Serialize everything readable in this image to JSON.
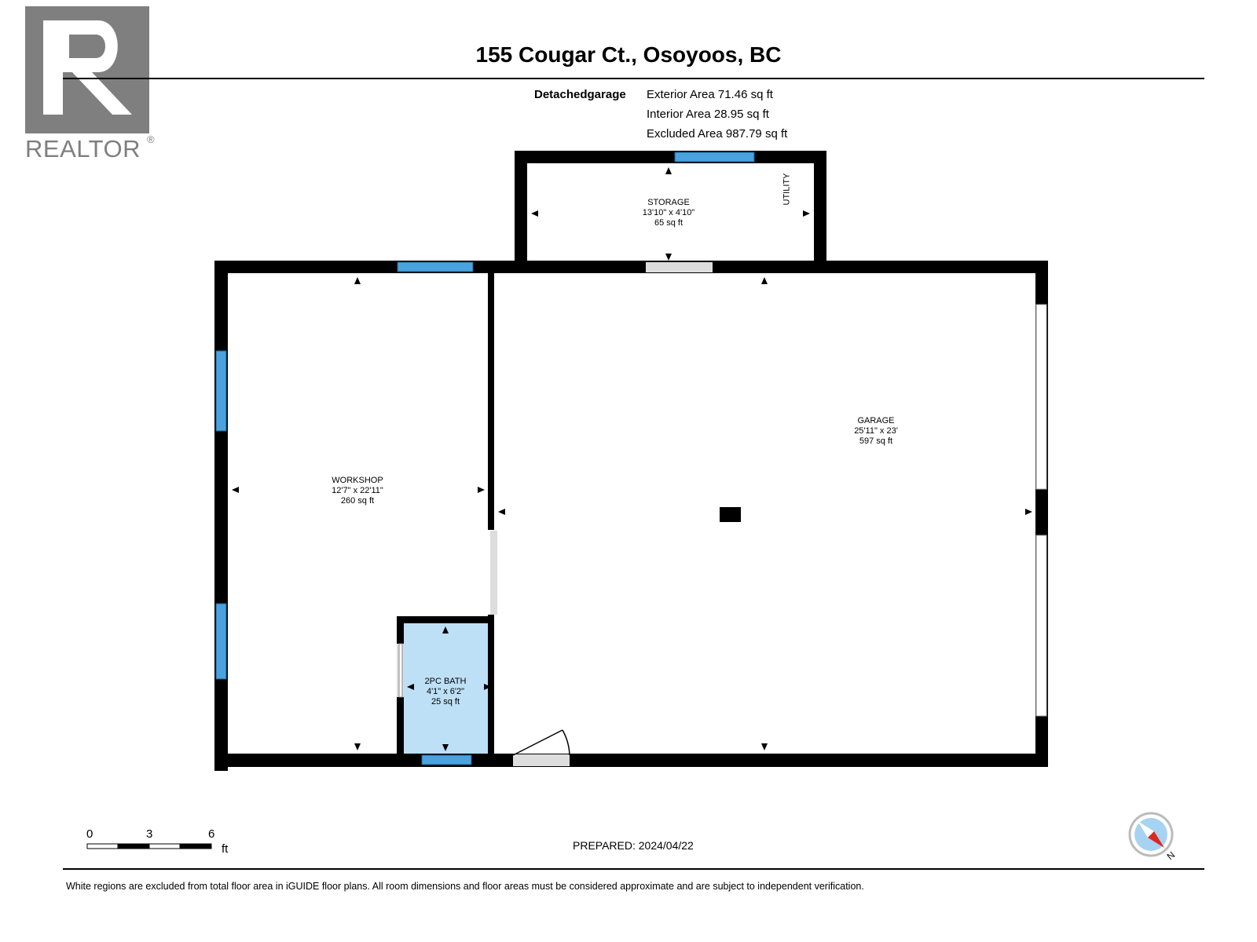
{
  "logo": {
    "text": "REALTOR",
    "reg_mark": "®"
  },
  "header": {
    "title": "155 Cougar Ct., Osoyoos, BC"
  },
  "areas": {
    "label": "Detachedgarage",
    "exterior": "Exterior Area 71.46 sq ft",
    "interior": "Interior Area 28.95 sq ft",
    "excluded": "Excluded Area 987.79 sq ft"
  },
  "rooms": {
    "storage": {
      "name": "STORAGE",
      "dims": "13'10\" x 4'10\"",
      "area": "65 sq ft"
    },
    "utility": {
      "name": "UTILITY"
    },
    "workshop": {
      "name": "WORKSHOP",
      "dims": "12'7\" x 22'11\"",
      "area": "260 sq ft"
    },
    "garage": {
      "name": "GARAGE",
      "dims": "25'11\" x 23'",
      "area": "597 sq ft"
    },
    "bath": {
      "name": "2PC BATH",
      "dims": "4'1\" x 6'2\"",
      "area": "25 sq ft"
    }
  },
  "scale": {
    "ticks": [
      "0",
      "3",
      "6"
    ],
    "unit": "ft"
  },
  "compass": {
    "label": "N"
  },
  "footer": {
    "prepared": "PREPARED: 2024/04/22",
    "disclaimer": "White regions are excluded from total floor area in iGUIDE floor plans. All room dimensions and floor areas must be considered approximate and are subject to independent verification."
  },
  "colors": {
    "wall": "#000000",
    "window": "#4aa3df",
    "bath_fill": "#bde0f7",
    "logo_gray": "#7f7f7f",
    "door_opening": "#dddddd"
  }
}
